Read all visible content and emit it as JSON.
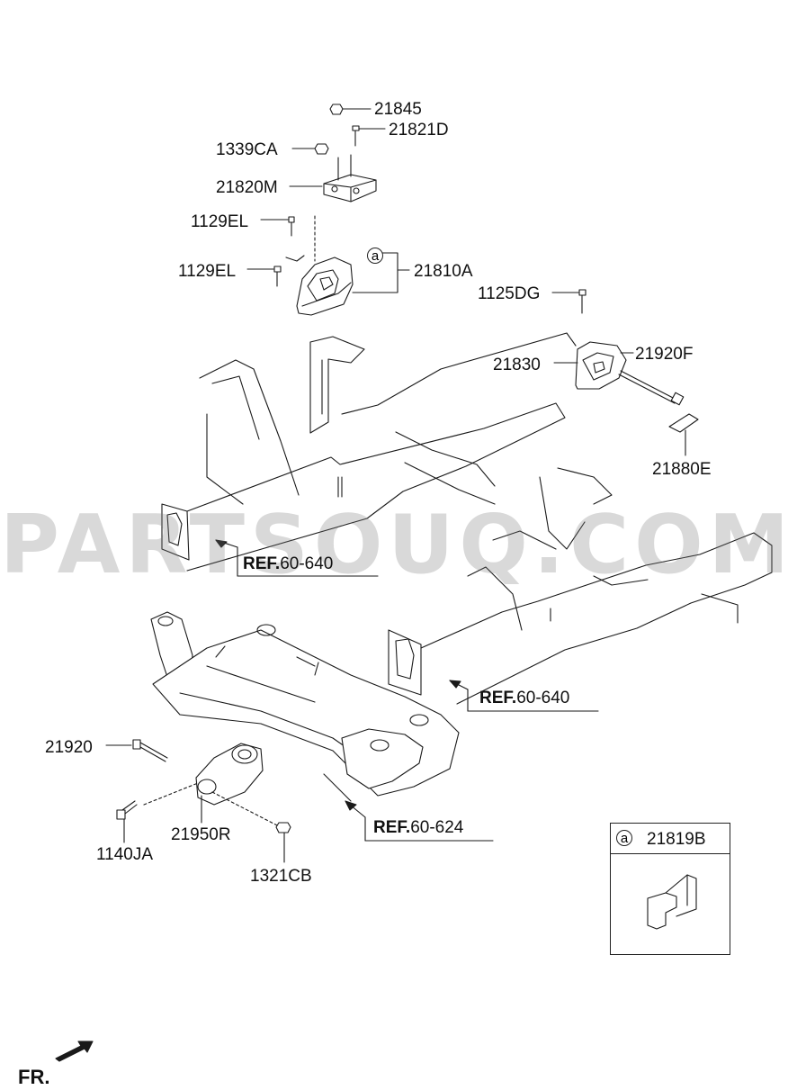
{
  "watermark": "PARTSOUQ.COM",
  "parts": {
    "p21845": "21845",
    "p21821D": "21821D",
    "p1339CA": "1339CA",
    "p21820M": "21820M",
    "p1129EL_a": "1129EL",
    "p1129EL_b": "1129EL",
    "p21810A": "21810A",
    "p1125DG": "1125DG",
    "p21830": "21830",
    "p21920F": "21920F",
    "p21880E": "21880E",
    "p21920": "21920",
    "p1140JA": "1140JA",
    "p21950R": "21950R",
    "p1321CB": "1321CB"
  },
  "callout_marker": "a",
  "refs": [
    {
      "prefix": "REF.",
      "code": "60-640"
    },
    {
      "prefix": "REF.",
      "code": "60-640"
    },
    {
      "prefix": "REF.",
      "code": "60-624"
    }
  ],
  "legend": {
    "marker": "a",
    "part": "21819B"
  },
  "front_indicator": "FR."
}
